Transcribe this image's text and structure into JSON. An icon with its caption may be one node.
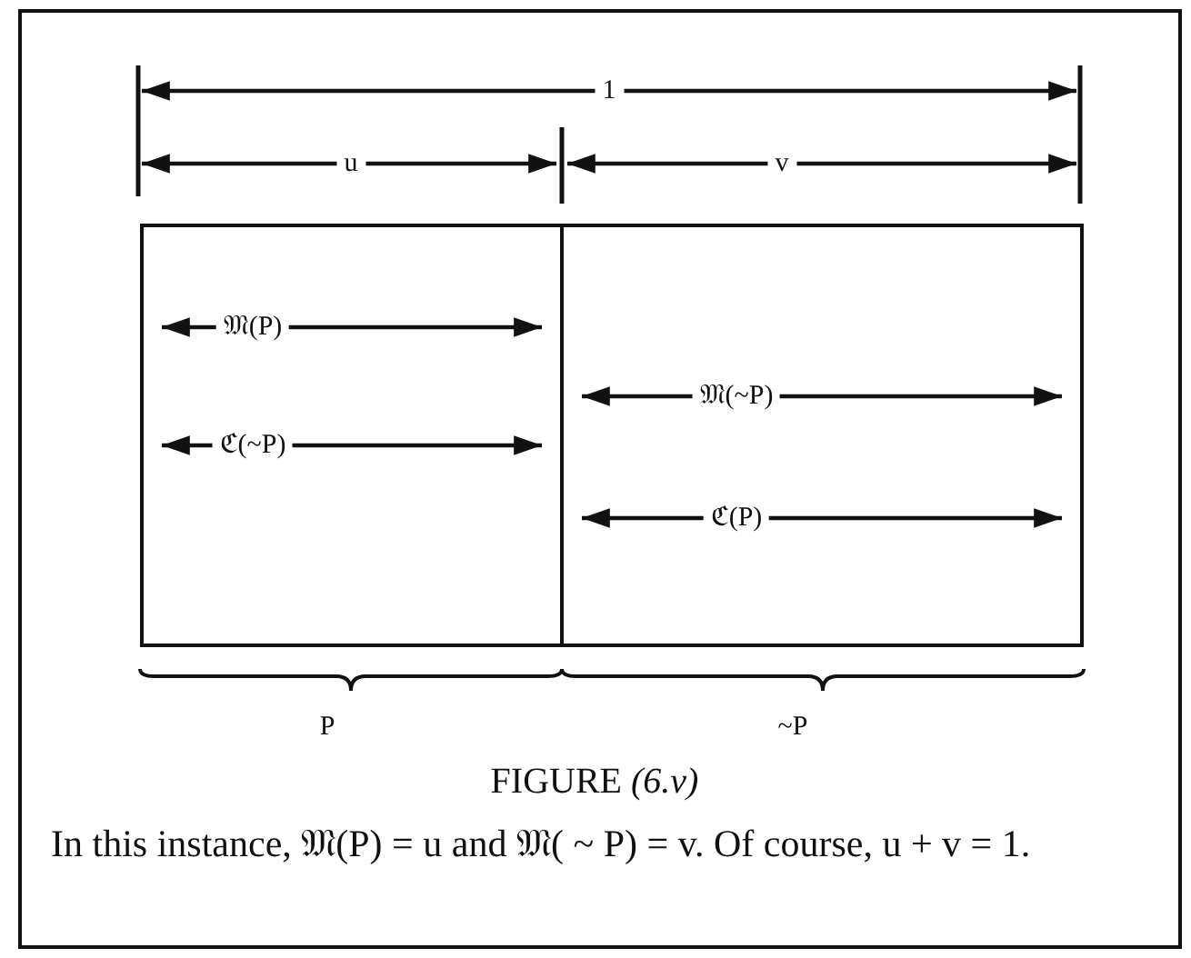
{
  "diagram": {
    "title": "FIGURE *(6.v)*",
    "caption": "In this instance, 𝔐(P) = u and 𝔐( ~ P) = v. Of course, u + v = 1.",
    "nodes": [
      {
        "text": [
          "𝔐(P)",
          "ℭ(~P)"
        ]
      },
      {
        "text": [
          "𝔐(~P)",
          "ℭ(P)"
        ]
      }
    ],
    "edges": [],
    "labels": [
      "1",
      "u",
      "v",
      "P",
      "~P"
    ]
  }
}
